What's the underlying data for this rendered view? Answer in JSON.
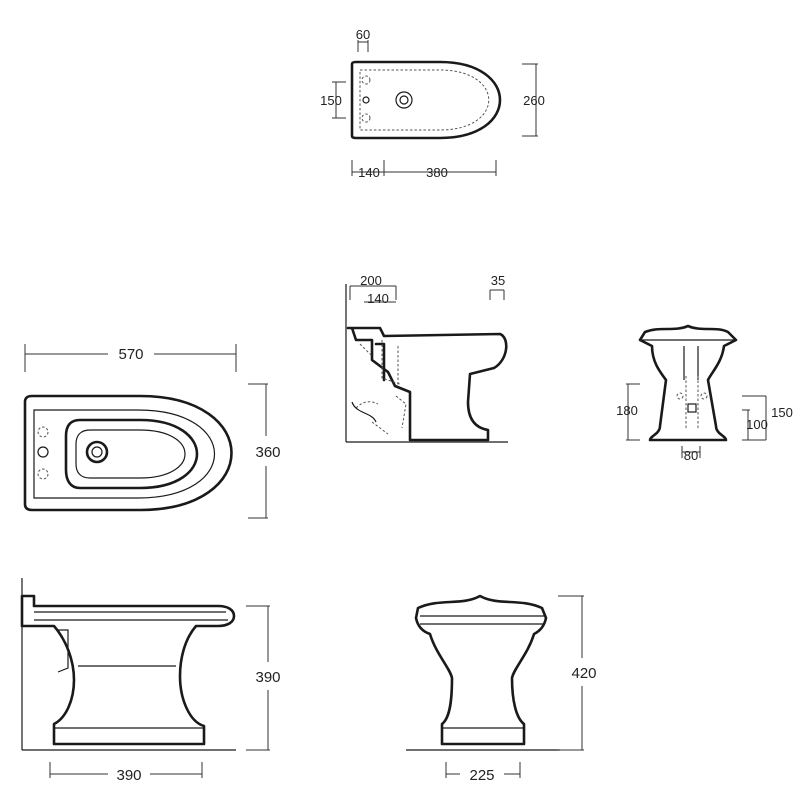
{
  "colors": {
    "ink": "#1a1a1a",
    "dimension_line": "#333333",
    "background": "#ffffff"
  },
  "views": {
    "small_top": {
      "w_total": "380",
      "offset": "140",
      "tap_offset": "60",
      "hole_spacing": "150",
      "width": "260"
    },
    "side_small": {
      "d1": "200",
      "d2": "140",
      "d3": "35"
    },
    "front_small": {
      "h1": "180",
      "h2": "150",
      "h3": "100",
      "w": "80"
    },
    "large_top": {
      "length": "570",
      "width": "360"
    },
    "large_side": {
      "height": "390",
      "base_depth": "390"
    },
    "large_front": {
      "height": "420",
      "base_width": "225"
    }
  }
}
